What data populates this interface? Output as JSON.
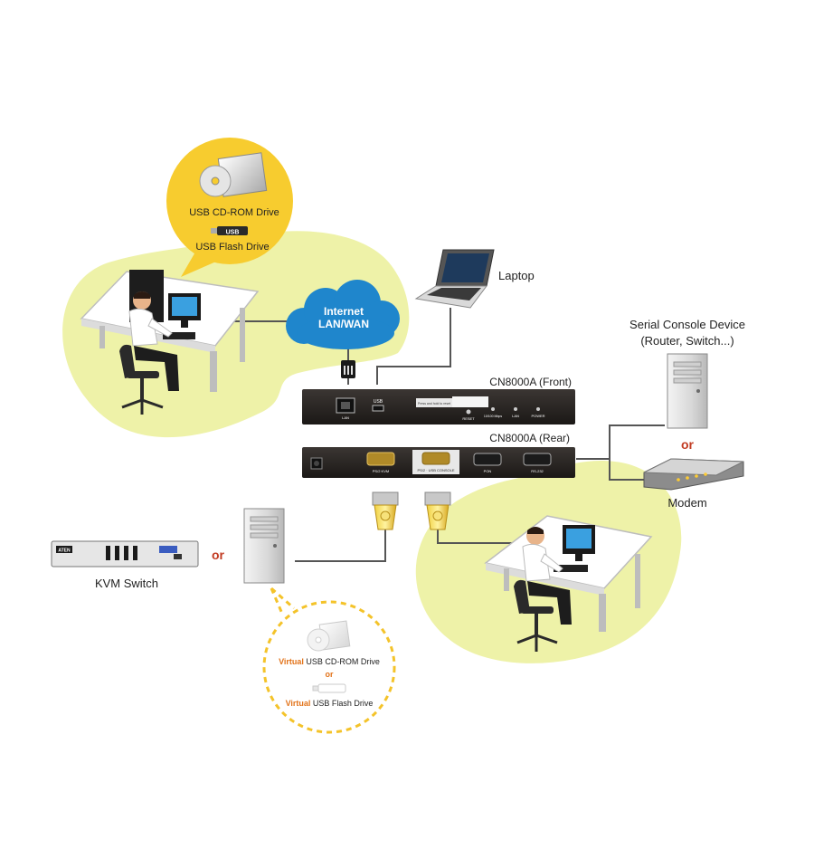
{
  "colors": {
    "blob": "#eef2a8",
    "bubble": "#f7cc2f",
    "dashed": "#f4c32a",
    "device": "#2b2724",
    "cloud": "#1f86cc",
    "accent_or": "#c23b22",
    "virtual_text": "#e2731a",
    "cable": "#555555"
  },
  "bubble": {
    "cdrom_label": "USB CD-ROM Drive",
    "usb_badge": "USB",
    "flash_label": "USB Flash Drive"
  },
  "cloud": {
    "line1": "Internet",
    "line2": "LAN/WAN"
  },
  "laptop": {
    "label": "Laptop"
  },
  "serial": {
    "line1": "Serial Console Device",
    "line2": "(Router, Switch...)",
    "or": "or",
    "modem_label": "Modem"
  },
  "front": {
    "title": "CN8000A (Front)",
    "port_lan": "LAN",
    "port_usb": "USB",
    "port_reset": "RESET",
    "port_link": "10/100 Mbps",
    "port_lan_led": "LAN",
    "port_power": "POWER",
    "info_text": "Press and hold to reset"
  },
  "rear": {
    "title": "CN8000A (Rear)",
    "port_ps2": "PS/2 KVM",
    "port_console": "PS/2 · USB CONSOLE",
    "port_pon": "PON",
    "port_rs232": "RS-232"
  },
  "kvm": {
    "label": "KVM Switch",
    "or": "or",
    "brand": "ATEN"
  },
  "virtual": {
    "prefix1": "Virtual",
    "rest1": " USB CD-ROM Drive",
    "or": "or",
    "prefix2": "Virtual",
    "rest2": " USB Flash Drive"
  }
}
